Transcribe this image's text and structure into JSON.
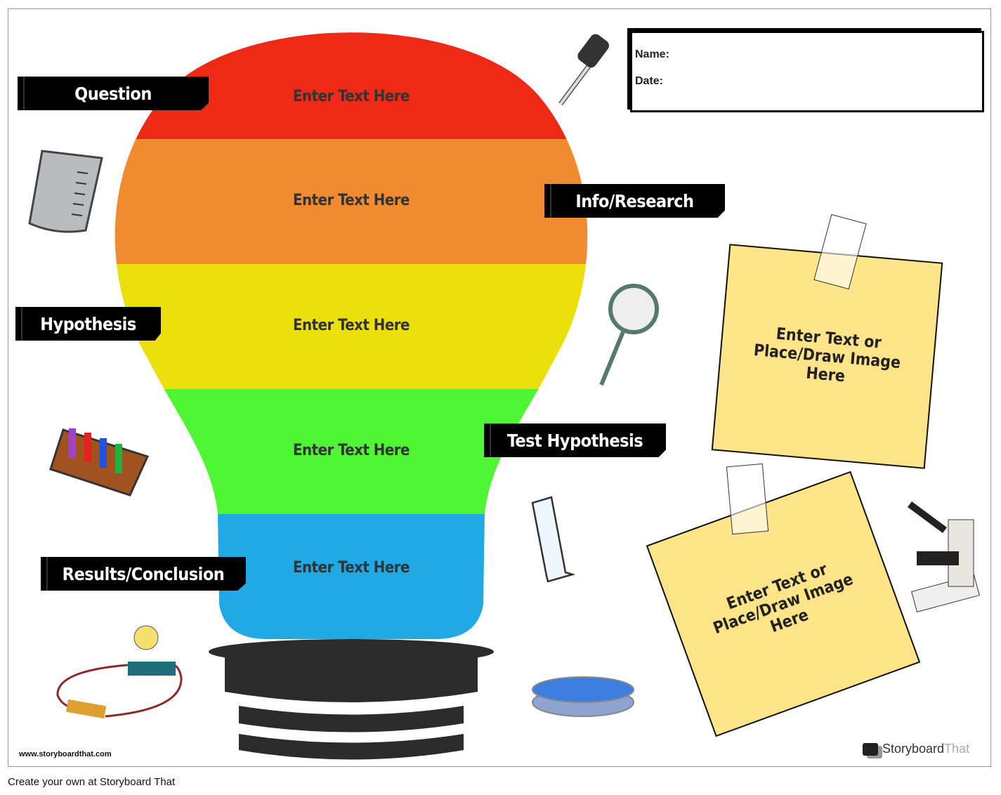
{
  "worksheet": {
    "sections": [
      {
        "label": "Question",
        "text": "Enter Text Here",
        "color": "#ee2a17"
      },
      {
        "label": "Info/Research",
        "text": "Enter Text Here",
        "color": "#f08b2f"
      },
      {
        "label": "Hypothesis",
        "text": "Enter Text Here",
        "color": "#ebe00b"
      },
      {
        "label": "Test Hypothesis",
        "text": "Enter Text Here",
        "color": "#4ef533"
      },
      {
        "label": "Results/Conclusion",
        "text": "Enter Text Here",
        "color": "#21a9e6"
      }
    ],
    "name_label": "Name:",
    "date_label": "Date:",
    "notes": [
      "Enter Text or Place/Draw Image Here",
      "Enter Text or Place/Draw Image Here"
    ]
  },
  "footer": {
    "website": "www.storyboardthat.com",
    "brand_a": "Storyboard",
    "brand_b": "That",
    "cta": "Create your own at Storyboard That"
  }
}
